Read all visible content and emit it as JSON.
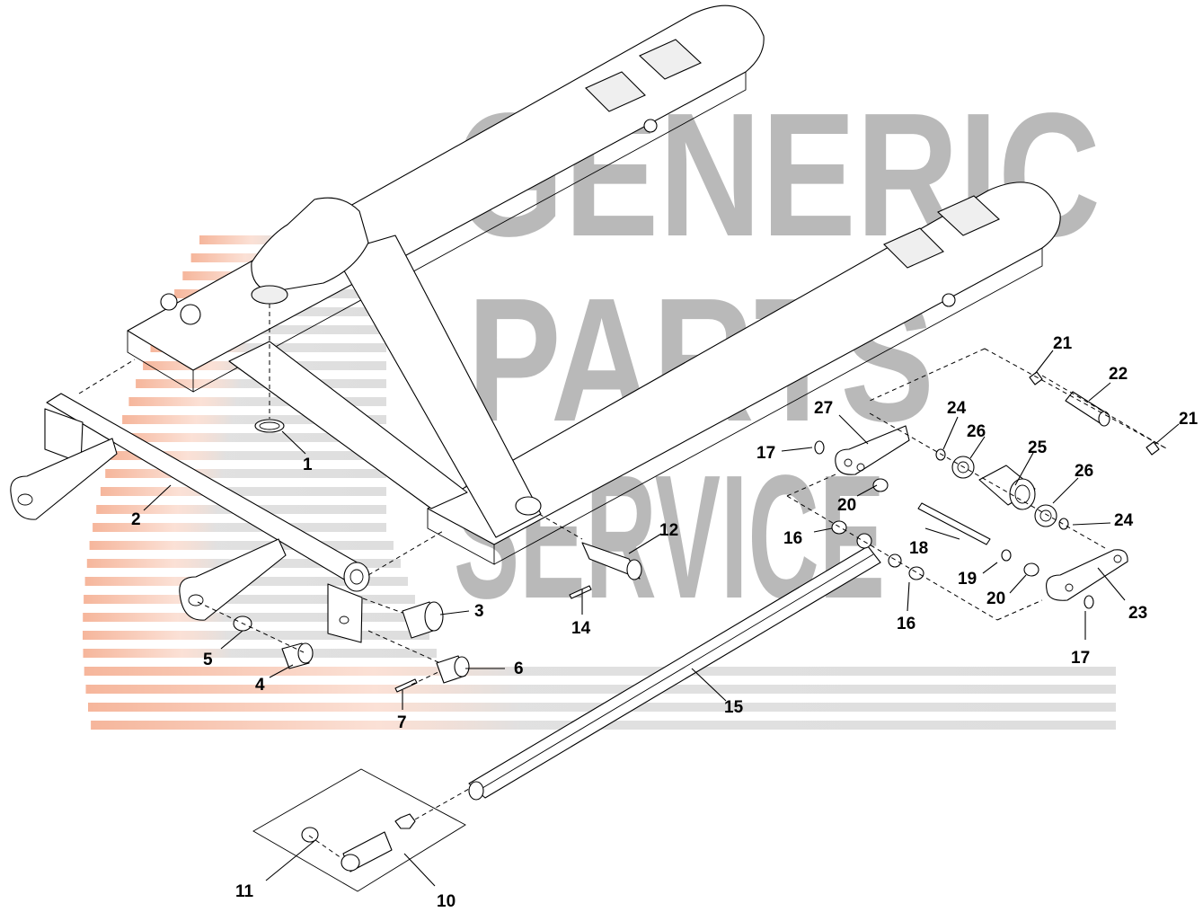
{
  "watermark": {
    "lines": [
      "GENERIC",
      "PARTS",
      "SERVICE"
    ],
    "text_color": "#9e9e9e",
    "stripe_color_warm": "#f4a98a",
    "stripe_color_grey": "#c8c8c8"
  },
  "callouts": {
    "c1": "1",
    "c2": "2",
    "c3": "3",
    "c4": "4",
    "c5": "5",
    "c6": "6",
    "c7": "7",
    "c10": "10",
    "c11": "11",
    "c12": "12",
    "c14": "14",
    "c15": "15",
    "c16a": "16",
    "c16b": "16",
    "c17a": "17",
    "c17b": "17",
    "c18": "18",
    "c19": "19",
    "c20a": "20",
    "c20b": "20",
    "c21a": "21",
    "c21b": "21",
    "c22": "22",
    "c23": "23",
    "c24a": "24",
    "c24b": "24",
    "c25": "25",
    "c26a": "26",
    "c26b": "26",
    "c27": "27"
  }
}
